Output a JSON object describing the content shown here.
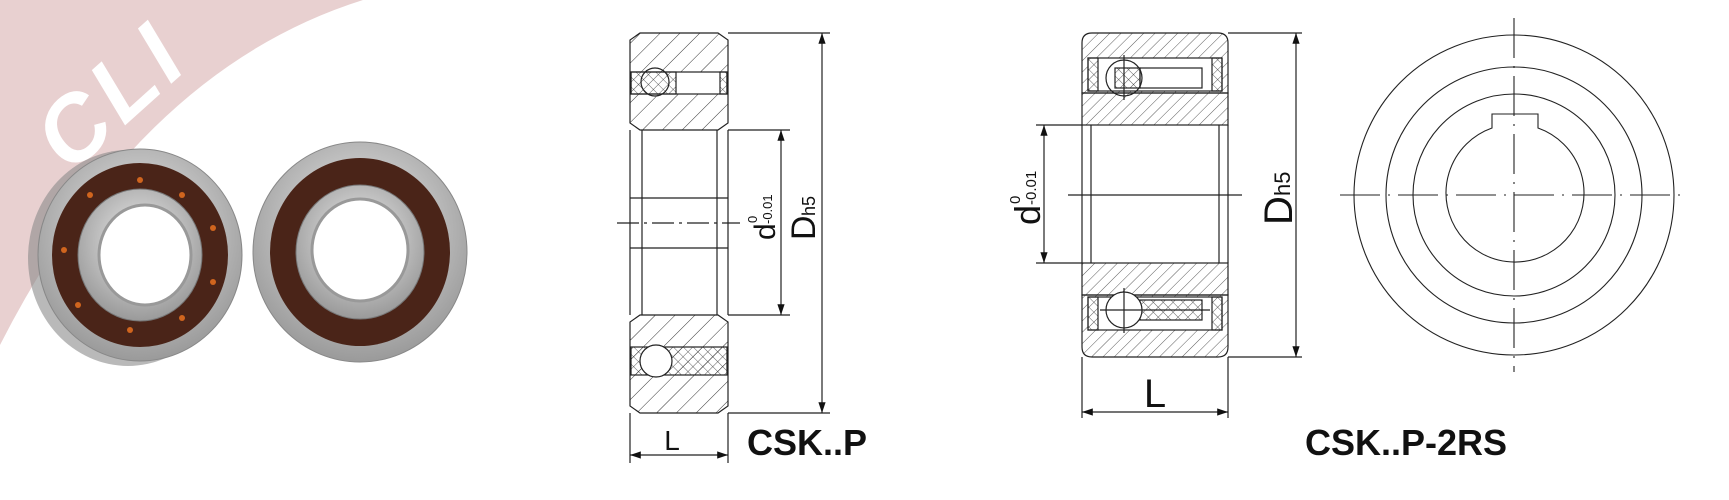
{
  "logo": {
    "text": "CLI",
    "color": "#e8d0d0"
  },
  "photo": {
    "seal_color": "#4a2418",
    "dot_color": "#d0651e",
    "steel_color": "#c8c8c8"
  },
  "drawing_p": {
    "title": "CSK..P",
    "bore_label": "d",
    "bore_tol_upper": "0",
    "bore_tol_lower": "-0.01",
    "outer_label": "D",
    "outer_tol": "h5",
    "width_label": "L"
  },
  "drawing_2rs": {
    "title": "CSK..P-2RS",
    "bore_label": "d",
    "bore_tol_upper": "0",
    "bore_tol_lower": "-0.01",
    "outer_label": "D",
    "outer_tol": "h5",
    "width_label": "L"
  }
}
